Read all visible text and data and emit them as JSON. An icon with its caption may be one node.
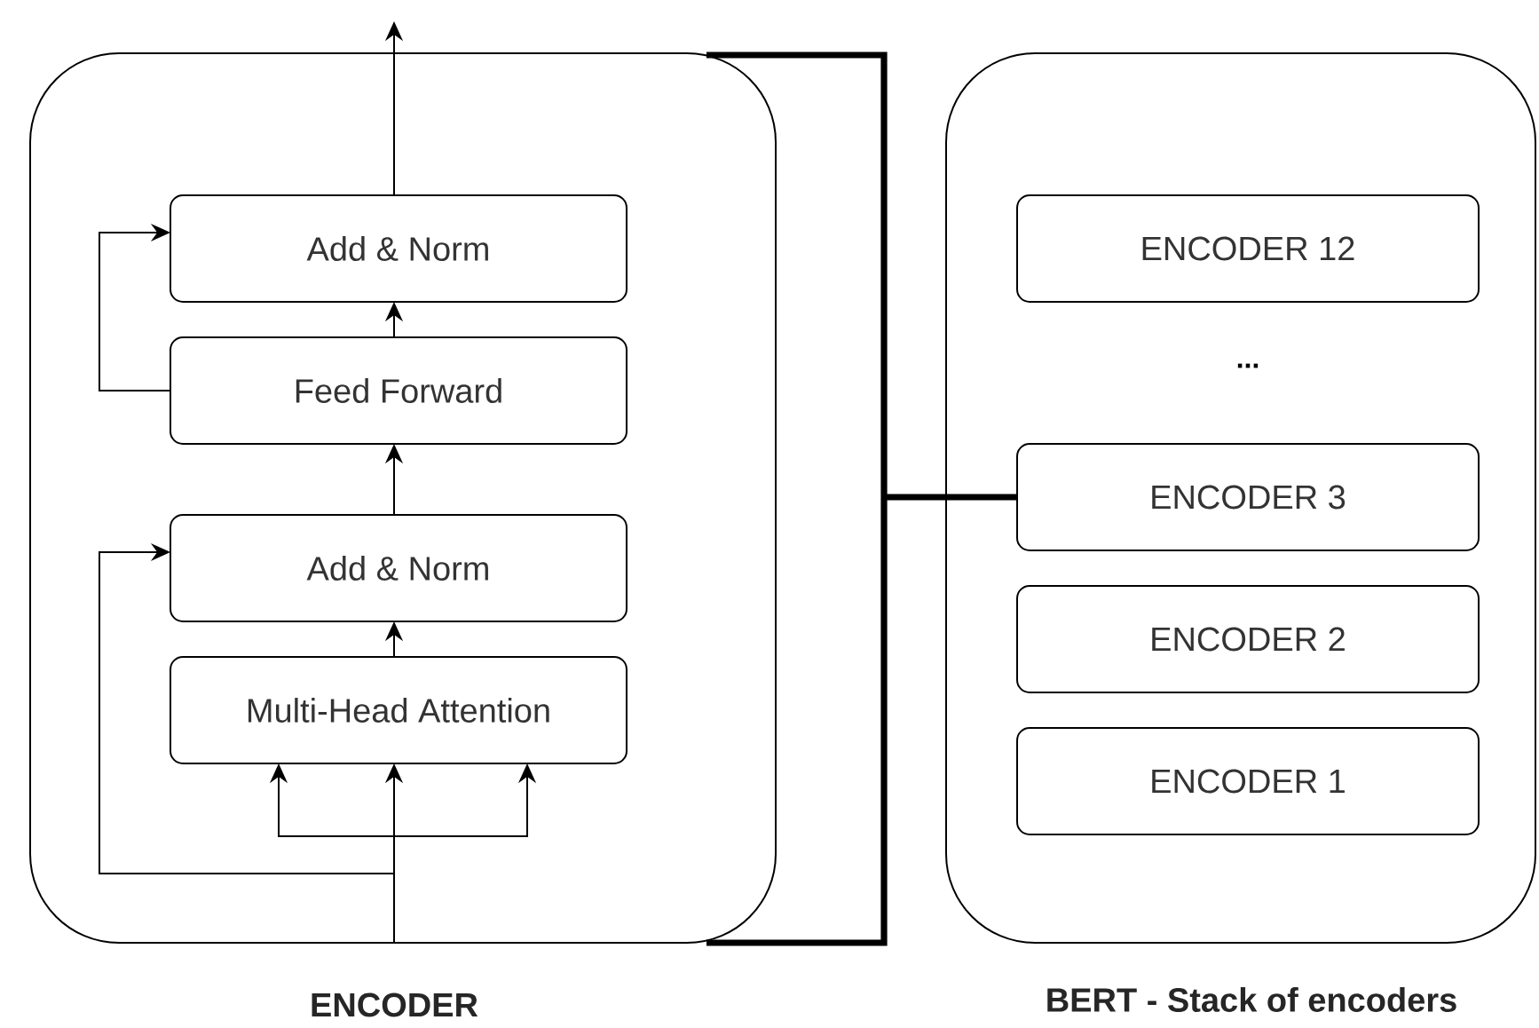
{
  "diagram": {
    "nodes": [
      {
        "text": [
          "ENCODER"
        ]
      },
      {
        "text": [
          "Add & Norm"
        ],
        "in": 0
      },
      {
        "text": [
          "Feed Forward"
        ],
        "in": 0
      },
      {
        "text": [
          "Add & Norm"
        ],
        "in": 0
      },
      {
        "text": [
          "Multi-Head Attention"
        ],
        "in": 0
      },
      {
        "text": [
          "BERT - Stack of encoders"
        ]
      },
      {
        "text": [
          "ENCODER 12"
        ],
        "in": 5
      },
      {
        "text": [
          "ENCODER 3"
        ],
        "in": 5
      },
      {
        "text": [
          "ENCODER 2"
        ],
        "in": 5
      },
      {
        "text": [
          "ENCODER 1"
        ],
        "in": 5
      }
    ],
    "edges": [
      {
        "from": null,
        "to": 4,
        "arrow": "to"
      },
      {
        "from": null,
        "to": 4,
        "arrow": "to"
      },
      {
        "from": null,
        "to": 4,
        "arrow": "to"
      },
      {
        "from": null,
        "to": 3,
        "arrow": "to"
      },
      {
        "from": 4,
        "to": 3,
        "arrow": "to"
      },
      {
        "from": 3,
        "to": 2,
        "arrow": "to"
      },
      {
        "from": 2,
        "to": 1,
        "arrow": "to"
      },
      {
        "from": 2,
        "to": 1,
        "arrow": "to"
      },
      {
        "from": 1,
        "to": null,
        "arrow": "to"
      },
      {
        "from": 0,
        "to": 7,
        "arrow": "none",
        "style": "thick"
      }
    ],
    "labels": [
      "..."
    ]
  }
}
